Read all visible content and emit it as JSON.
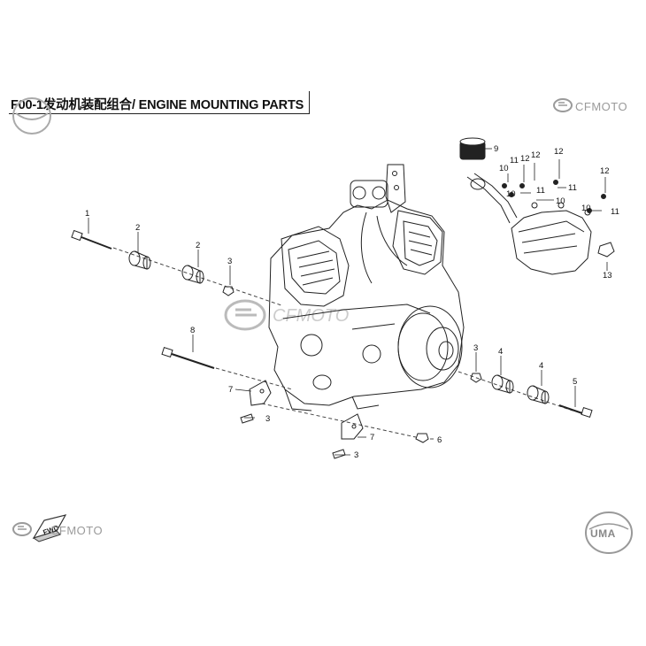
{
  "title": "F00-1发动机装配组合/ ENGINE MOUNTING PARTS",
  "brand_top": "CFMOTO",
  "brand_bottom": "CFMOTO",
  "fwd_label": "FWD",
  "uma_label": "UMA",
  "watermark_text": "CFMOTO",
  "colors": {
    "line": "#222222",
    "brand": "#9a9a9a"
  },
  "callouts": {
    "c1": "1",
    "c2a": "2",
    "c2b": "2",
    "c3a": "3",
    "c3b": "3",
    "c3c": "3",
    "c3d": "3",
    "c4a": "4",
    "c4b": "4",
    "c5": "5",
    "c6": "6",
    "c7a": "7",
    "c7b": "7",
    "c8": "8",
    "c9": "9",
    "c10a": "10",
    "c10b": "10",
    "c10c": "10",
    "c10d": "10",
    "c11a": "11",
    "c11b": "11",
    "c11c": "11",
    "c11d": "11",
    "c12a": "12",
    "c12b": "12",
    "c12c": "12",
    "c12d": "12",
    "c13": "13"
  }
}
